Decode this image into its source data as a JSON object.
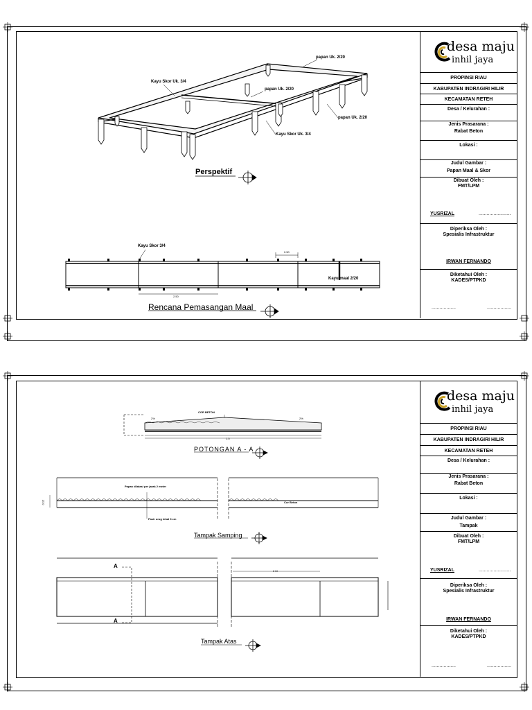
{
  "logo": {
    "line1": "desa maju",
    "line2": "inhil jaya"
  },
  "sheets": [
    {
      "title_block": {
        "province": "PROPINSI RIAU",
        "regency": "KABUPATEN INDRAGIRI HILIR",
        "district": "KECAMATAN RETEH",
        "village_label": "Desa / Kelurahan  :",
        "infra_label": "Jenis Prasarana :",
        "infra_value": "Rabat Beton",
        "location_label": "Lokasi :",
        "drawing_title_label": "Judul Gambar :",
        "drawing_title_value": "Papan Maal & Skor",
        "made_by_label": "Dibuat Oleh :",
        "made_by_value": "FMT/LPM",
        "made_by_name": "YUSRIZAL",
        "made_by_sign": "........................",
        "checked_by_label": "Diperiksa Oleh :",
        "checked_by_value": "Spesialis Infrastruktur",
        "checked_by_name": "IRWAN FERNANDO",
        "known_by_label": "Diketahui Oleh :",
        "known_by_value": "KADES/PTPKD",
        "known_by_sign_left": "..................",
        "known_by_sign_right": ".................."
      },
      "drawings": {
        "perspective_caption": "Perspektif",
        "label_papan_top": "papan Uk. 2/20",
        "label_kayu_skor_top": "Kayu Skor Uk. 3/4",
        "label_papan_mid": "papan Uk. 2/20",
        "label_papan_right": "papan Uk. 2/20",
        "label_kayu_skor_bottom": "Kayu Skor Uk. 3/4",
        "plan_caption": "Rencana Pemasangan Maal",
        "plan_label_skor": "Kayu Skor 3/4",
        "plan_dim_top": "0.50",
        "plan_label_maal": "Kayu maal 2/20",
        "plan_dim_bottom": "2.50"
      }
    },
    {
      "title_block": {
        "province": "PROPINSI RIAU",
        "regency": "KABUPATEN INDRAGIRI HILIR",
        "district": "KECAMATAN RETEH",
        "village_label": "Desa / Kelurahan  :",
        "infra_label": "Jenis Prasarana :",
        "infra_value": "Rabat Beton",
        "location_label": "Lokasi :",
        "drawing_title_label": "Judul Gambar :",
        "drawing_title_value": "Tampak",
        "made_by_label": "Dibuat Oleh :",
        "made_by_value": "FMT/LPM",
        "made_by_name": "YUSRIZAL",
        "made_by_sign": "........................",
        "checked_by_label": "Diperiksa Oleh :",
        "checked_by_value": "Spesialis Infrastruktur",
        "checked_by_name": "IRWAN FERNANDO",
        "known_by_label": "Diketahui Oleh :",
        "known_by_value": "KADES/PTPKD",
        "known_by_sign_left": "..................",
        "known_by_sign_right": ".................."
      },
      "drawings": {
        "section_caption": "POTONGAN A - A",
        "section_label_cor": "COR BETON",
        "section_slope_left": "2%",
        "section_slope_right": "2%",
        "section_dim": "1.5",
        "side_caption": "Tampak Samping",
        "side_label_papan": "Papan dilatasi per jarak 2 meter",
        "side_label_cor": "Cor Beton",
        "side_label_pasir": "Pasir urug tebal 3 cm",
        "side_dim": "0.12",
        "top_caption": "Tampak Atas",
        "top_label_a_upper": "A",
        "top_label_a_lower": "A",
        "top_dim": "2 M"
      }
    }
  ]
}
